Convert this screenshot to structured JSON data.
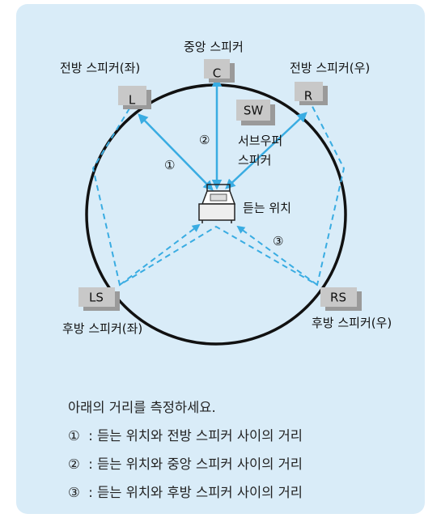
{
  "colors": {
    "panel_bg": "#d9ecf8",
    "circle": "#111111",
    "arrow": "#39ace2",
    "speaker_box": "#c8c8c8",
    "speaker_shadow": "#9a9a9a"
  },
  "speakers": {
    "center": {
      "box": "C",
      "label": "중앙 스피커"
    },
    "front_left": {
      "box": "L",
      "label": "전방 스피커(좌)"
    },
    "front_right": {
      "box": "R",
      "label": "전방 스피커(우)"
    },
    "subwoofer": {
      "box": "SW",
      "label_line1": "서브우퍼",
      "label_line2": "스피커"
    },
    "rear_left": {
      "box": "LS",
      "label": "후방 스피커(좌)"
    },
    "rear_right": {
      "box": "RS",
      "label": "후방 스피커(우)"
    }
  },
  "listening_position": {
    "label": "듣는 위치"
  },
  "markers": {
    "one": "①",
    "two": "②",
    "three": "③"
  },
  "instructions": {
    "heading": "아래의 거리를 측정하세요.",
    "items": [
      {
        "num": "①",
        "text": " : 듣는 위치와 전방 스피커 사이의 거리"
      },
      {
        "num": "②",
        "text": " : 듣는 위치와 중앙 스피커 사이의 거리"
      },
      {
        "num": "③",
        "text": " : 듣는 위치와 후방 스피커 사이의 거리"
      }
    ]
  }
}
